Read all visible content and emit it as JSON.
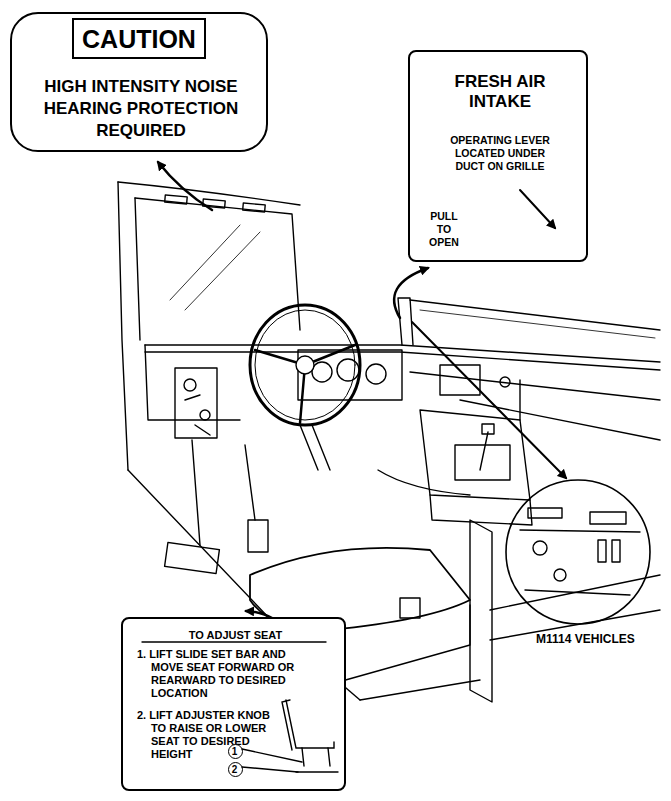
{
  "diagram": {
    "nodes": [
      {
        "text": [
          "HIGH INTENSITY NOISE HEARING PROTECTION REQUIRED"
        ]
      },
      {
        "text": [
          "CAUTION"
        ],
        "in": 0
      },
      {
        "text": [
          "FRESH AIR INTAKE",
          "OPERATING LEVER LOCATED UNDER DUCT ON GRILLE",
          "PULL TO OPEN"
        ]
      },
      {
        "text": [
          "TO ADJUST SEAT",
          "1. LIFT SLIDE SET BAR AND MOVE SEAT FORWARD OR REARWARD TO DESIRED LOCATION",
          "2. LIFT ADJUSTER KNOB TO RAISE OR LOWER SEAT TO DESIRED HEIGHT"
        ]
      },
      {
        "text": [
          "1"
        ],
        "in": 3
      },
      {
        "text": [
          "2"
        ],
        "in": 3
      }
    ],
    "labels": [
      "M1114 VEHICLES"
    ]
  }
}
